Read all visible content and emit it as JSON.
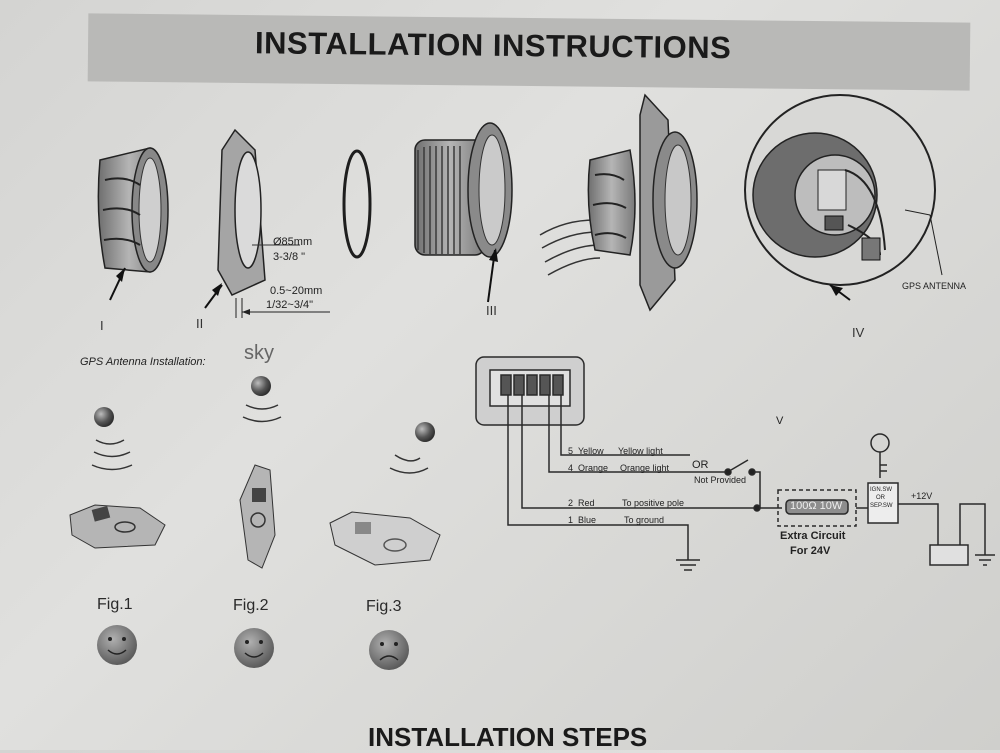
{
  "header": {
    "title": "INSTALLATION INSTRUCTIONS"
  },
  "parts": {
    "labels": [
      "I",
      "II",
      "III",
      "IV"
    ],
    "diameter": "Ø85mm",
    "diameter_inch": "3-3/8 \"",
    "thickness": "0.5~20mm",
    "thickness_inch": "1/32~3/4\"",
    "gps_antenna": "GPS ANTENNA"
  },
  "gps": {
    "heading": "GPS Antenna Installation:",
    "sky": "sky",
    "figures": [
      "Fig.1",
      "Fig.2",
      "Fig.3"
    ]
  },
  "wiring": {
    "section": "V",
    "wires": [
      {
        "num": "5",
        "color": "Yellow",
        "desc": "Yellow light"
      },
      {
        "num": "4",
        "color": "Orange",
        "desc": "Orange light"
      },
      {
        "num": "2",
        "color": "Red",
        "desc": "To positive pole"
      },
      {
        "num": "1",
        "color": "Blue",
        "desc": "To ground"
      }
    ],
    "or_label": "OR",
    "not_provided": "Not Provided",
    "resistor": "100Ω 10W",
    "extra_circuit_1": "Extra Circuit",
    "extra_circuit_2": "For 24V",
    "voltage": "+12V",
    "switch_labels": [
      "IGN.SW",
      "OR",
      "SEP.SW"
    ]
  },
  "footer": {
    "title": "INSTALLATION STEPS"
  }
}
